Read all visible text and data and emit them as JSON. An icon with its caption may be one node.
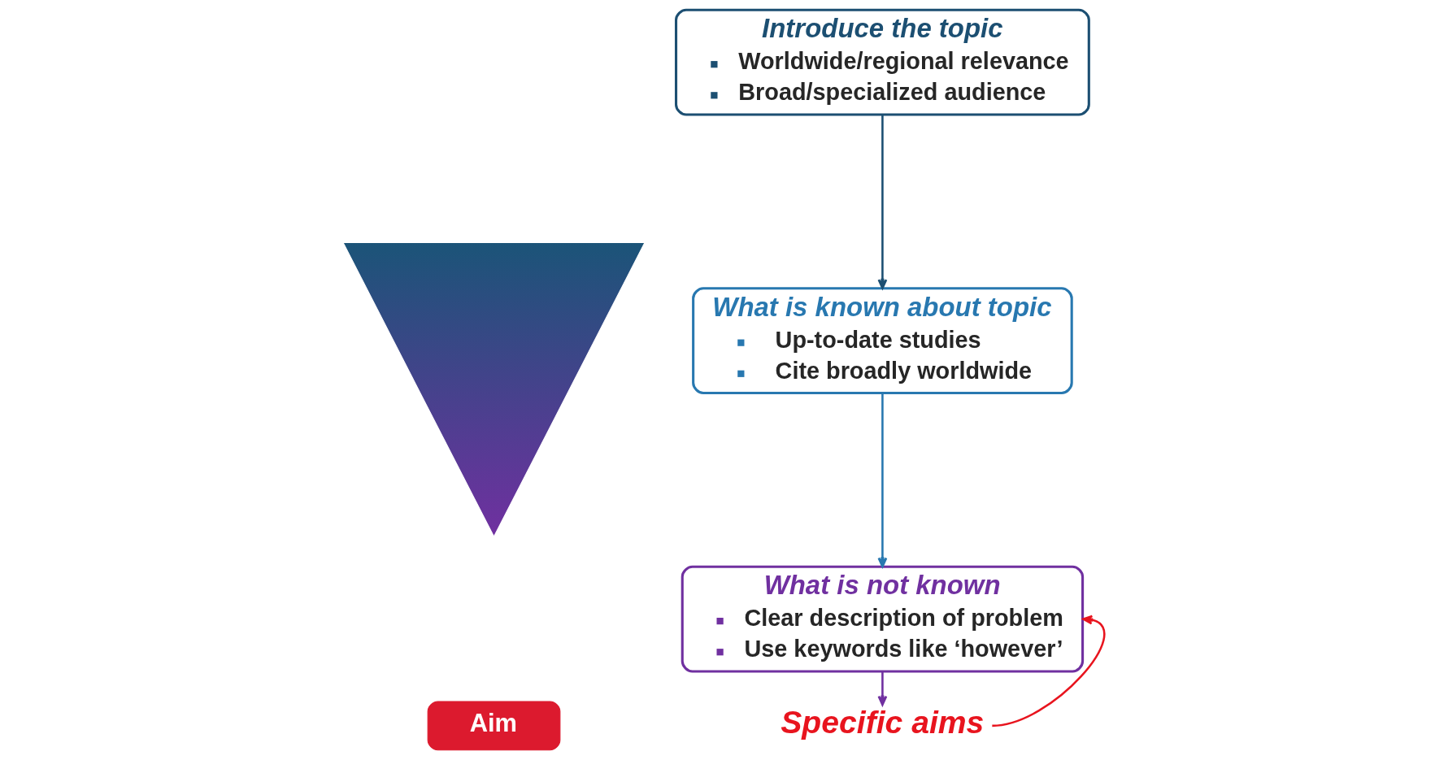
{
  "diagram": {
    "nodes": [
      {
        "text": [],
        "shape": "triangle"
      },
      {
        "text": [
          "Aim"
        ]
      },
      {
        "text": [
          "Introduce the topic",
          "Worldwide/regional relevance",
          "Broad/specialized audience"
        ]
      },
      {
        "text": [
          "What is known about topic",
          "Up-to-date studies",
          "Cite broadly worldwide"
        ]
      },
      {
        "text": [
          "What is not known",
          "Clear description of problem",
          "Use keywords like ‘however’"
        ]
      },
      {
        "text": [
          "Specific aims"
        ]
      }
    ],
    "edges": [
      {
        "from": 2,
        "to": 3,
        "arrow": "to",
        "color": "#1c4f72"
      },
      {
        "from": 3,
        "to": 4,
        "arrow": "to",
        "color": "#2878b0"
      },
      {
        "from": 4,
        "to": 5,
        "arrow": "to",
        "color": "#7030a0"
      },
      {
        "from": 5,
        "to": 4,
        "arrow": "to",
        "color": "#e8141e"
      }
    ]
  }
}
